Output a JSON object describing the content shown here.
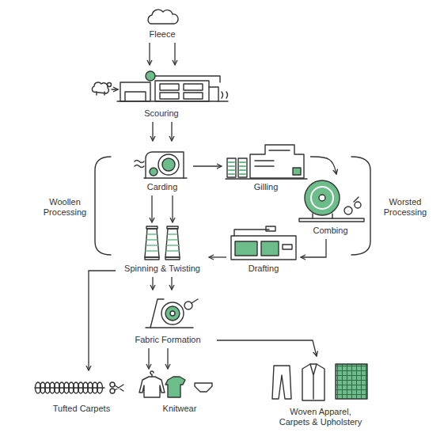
{
  "diagram": {
    "nodes": [
      {
        "text": [
          "Fleece"
        ]
      },
      {
        "text": [
          "Scouring"
        ]
      },
      {
        "text": [
          "Carding"
        ]
      },
      {
        "text": [
          "Gilling"
        ]
      },
      {
        "text": [
          "Combing"
        ]
      },
      {
        "text": [
          "Spinning & Twisting"
        ]
      },
      {
        "text": [
          "Drafting"
        ]
      },
      {
        "text": [
          "Fabric Formation"
        ]
      },
      {
        "text": [
          "Tufted Carpets"
        ]
      },
      {
        "text": [
          "Knitwear"
        ]
      },
      {
        "text": [
          "Woven Apparel, Carpets & Upholstery"
        ]
      }
    ],
    "edges": [
      {
        "from": 0,
        "to": 1,
        "arrow": "to"
      },
      {
        "from": 1,
        "to": 2,
        "arrow": "to"
      },
      {
        "from": 2,
        "to": 3,
        "arrow": "to"
      },
      {
        "from": 3,
        "to": 4,
        "arrow": "to"
      },
      {
        "from": 4,
        "to": 6,
        "arrow": "to"
      },
      {
        "from": 6,
        "to": 5,
        "arrow": "to"
      },
      {
        "from": 2,
        "to": 5,
        "arrow": "to"
      },
      {
        "from": 5,
        "to": 7,
        "arrow": "to"
      },
      {
        "from": 5,
        "to": 8,
        "arrow": "to"
      },
      {
        "from": 7,
        "to": 9,
        "arrow": "to"
      },
      {
        "from": 7,
        "to": 10,
        "arrow": "to"
      }
    ],
    "labels": [
      "Woollen Processing",
      "Worsted Processing"
    ]
  }
}
